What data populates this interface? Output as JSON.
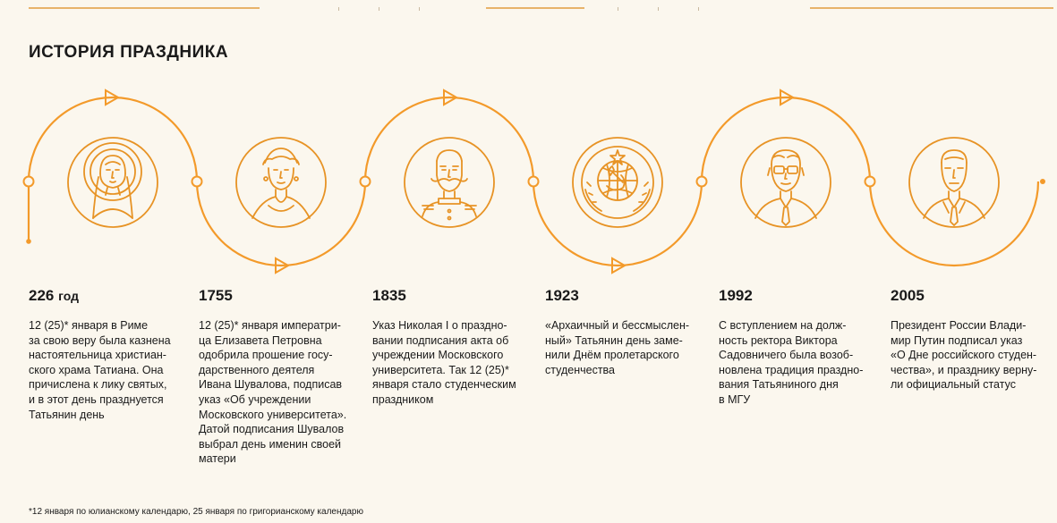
{
  "page": {
    "title": "ИСТОРИЯ ПРАЗДНИКА",
    "footnote": "*12 января по юлианскому календарю, 25 января по григорианскому календарю"
  },
  "colors": {
    "background": "#fbf7ee",
    "accent": "#f39a2a",
    "line_art": "#e79325",
    "text": "#1a1a1a"
  },
  "timeline": [
    {
      "year": "226",
      "year_suffix": "год",
      "icon": "saint-tatiana-icon",
      "text": "12 (25)* января в Риме\nза свою веру была казнена\nнастоятельница христиан-\nского храма Татиана. Она\nпричислена к лику святых,\nи в этот день празднуется\nТатьянин день"
    },
    {
      "year": "1755",
      "year_suffix": "",
      "icon": "empress-elizabeth-icon",
      "text": "12 (25)* января императри-\nца Елизавета Петровна\nодобрила прошение госу-\nдарственного деятеля\nИвана Шувалова, подписав\nуказ «Об учреждении\nМосковского университета».\nДатой подписания Шувалов\nвыбрал день именин своей\nматери"
    },
    {
      "year": "1835",
      "year_suffix": "",
      "icon": "emperor-nicholas-icon",
      "text": "Указ Николая I о праздно-\nвании подписания акта об\nучреждении Московского\nуниверситета. Так 12 (25)*\nянваря стало студенческим\nпраздником"
    },
    {
      "year": "1923",
      "year_suffix": "",
      "icon": "soviet-emblem-icon",
      "text": "«Архаичный и бессмыслен-\nный» Татьянин день заме-\nнили Днём пролетарского\nстуденчества"
    },
    {
      "year": "1992",
      "year_suffix": "",
      "icon": "rector-sadovnichy-icon",
      "text": "С вступлением на долж-\nность ректора Виктора\nСадовничего была возоб-\nновлена традиция праздно-\nвания Татьяниного дня\nв МГУ"
    },
    {
      "year": "2005",
      "year_suffix": "",
      "icon": "president-putin-icon",
      "text": "Президент России Влади-\nмир Путин подписал указ\n«О Дне российского студен-\nчества», и празднику верну-\nли официальный статус"
    }
  ]
}
